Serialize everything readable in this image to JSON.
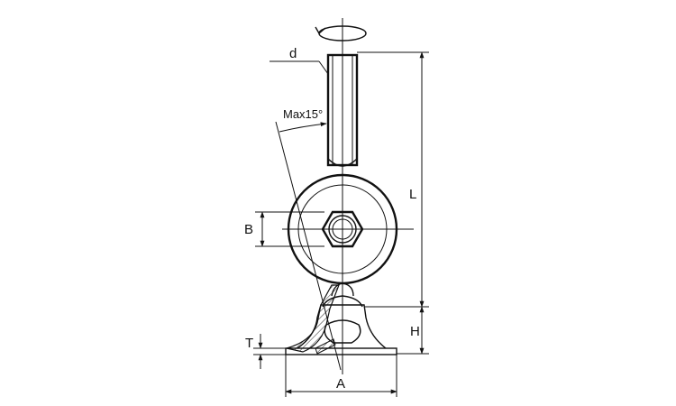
{
  "labels": {
    "d": "d",
    "angle": "Max15°",
    "L": "L",
    "B": "B",
    "H": "H",
    "T": "T",
    "A": "A"
  }
}
